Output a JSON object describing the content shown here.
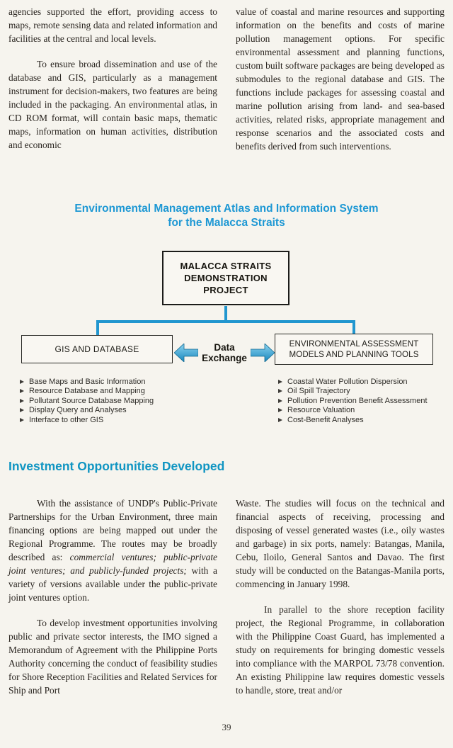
{
  "colors": {
    "accent_blue": "#1e98d4",
    "heading_teal": "#1095c2",
    "connector_blue": "#2196cf",
    "text_color": "#29241f",
    "paper": "#f6f4ee"
  },
  "top_section": {
    "left_column": {
      "para1": "agencies supported the effort, providing access to maps, remote sensing data and related information and facilities at the central and local levels.",
      "para2": "To ensure broad dissemination and use of the database and GIS, particularly as a management instrument for decision-makers, two features are being included in the packaging. An environmental atlas, in CD ROM format, will contain basic maps, thematic maps, information on human activities, distribution and economic"
    },
    "right_column": {
      "para1": "value of coastal and marine resources and supporting information on the benefits and costs of marine pollution management options. For specific environmental assessment and planning functions, custom built software packages are being developed as submodules to the regional database and GIS. The functions include packages for assessing coastal and marine pollution arising from land- and sea-based activities, related risks, appropriate management and response scenarios and the associated costs and benefits derived from such interventions."
    }
  },
  "diagram": {
    "title_line1": "Environmental Management Atlas and Information System",
    "title_line2": "for the Malacca Straits",
    "top_box_line1": "MALACCA STRAITS",
    "top_box_line2": "DEMONSTRATION",
    "top_box_line3": "PROJECT",
    "left_box": "GIS AND DATABASE",
    "right_box_line1": "ENVIRONMENTAL ASSESSMENT",
    "right_box_line2": "MODELS AND PLANNING TOOLS",
    "exchange_line1": "Data",
    "exchange_line2": "Exchange",
    "left_items": [
      "Base Maps and Basic Information",
      "Resource Database and Mapping",
      "Pollutant Source Database Mapping",
      "Display Query and Analyses",
      "Interface to other GIS"
    ],
    "right_items": [
      "Coastal Water Pollution Dispersion",
      "Oil Spill Trajectory",
      "Pollution Prevention Benefit Assessment",
      "Resource Valuation",
      "Cost-Benefit Analyses"
    ]
  },
  "investment_section": {
    "heading": "Investment Opportunities Developed",
    "left_column": {
      "para1_part1": "With the assistance of UNDP's Public-Private Partnerships for the Urban Environment, three main financing options are being mapped out under the Regional Programme. The routes may be broadly described as: ",
      "para1_italic": "commercial ventures; public-private joint ventures; and publicly-funded projects;",
      "para1_part3": " with a variety of versions available under the public-private joint ventures option.",
      "para2": "To develop investment opportunities involving public and private sector interests, the IMO signed a Memorandum of Agreement with the Philippine Ports Authority concerning the conduct of feasibility studies for Shore Reception Facilities and Related Services for Ship and Port"
    },
    "right_column": {
      "para1": "Waste. The studies will focus on the technical and financial aspects of receiving, processing and disposing of vessel generated wastes (i.e., oily wastes and garbage) in six ports, namely: Batangas, Manila, Cebu, Iloilo, General Santos and Davao. The first study will be conducted on the Batangas-Manila ports, commencing in January 1998.",
      "para2": "In parallel to the shore reception facility project, the Regional Programme, in collaboration with the Philippine Coast Guard, has implemented a study on requirements for bringing domestic vessels into compliance with the MARPOL 73/78 convention. An existing Philippine law requires domestic vessels to handle, store, treat and/or"
    }
  },
  "footer": {
    "page_number": "39"
  }
}
